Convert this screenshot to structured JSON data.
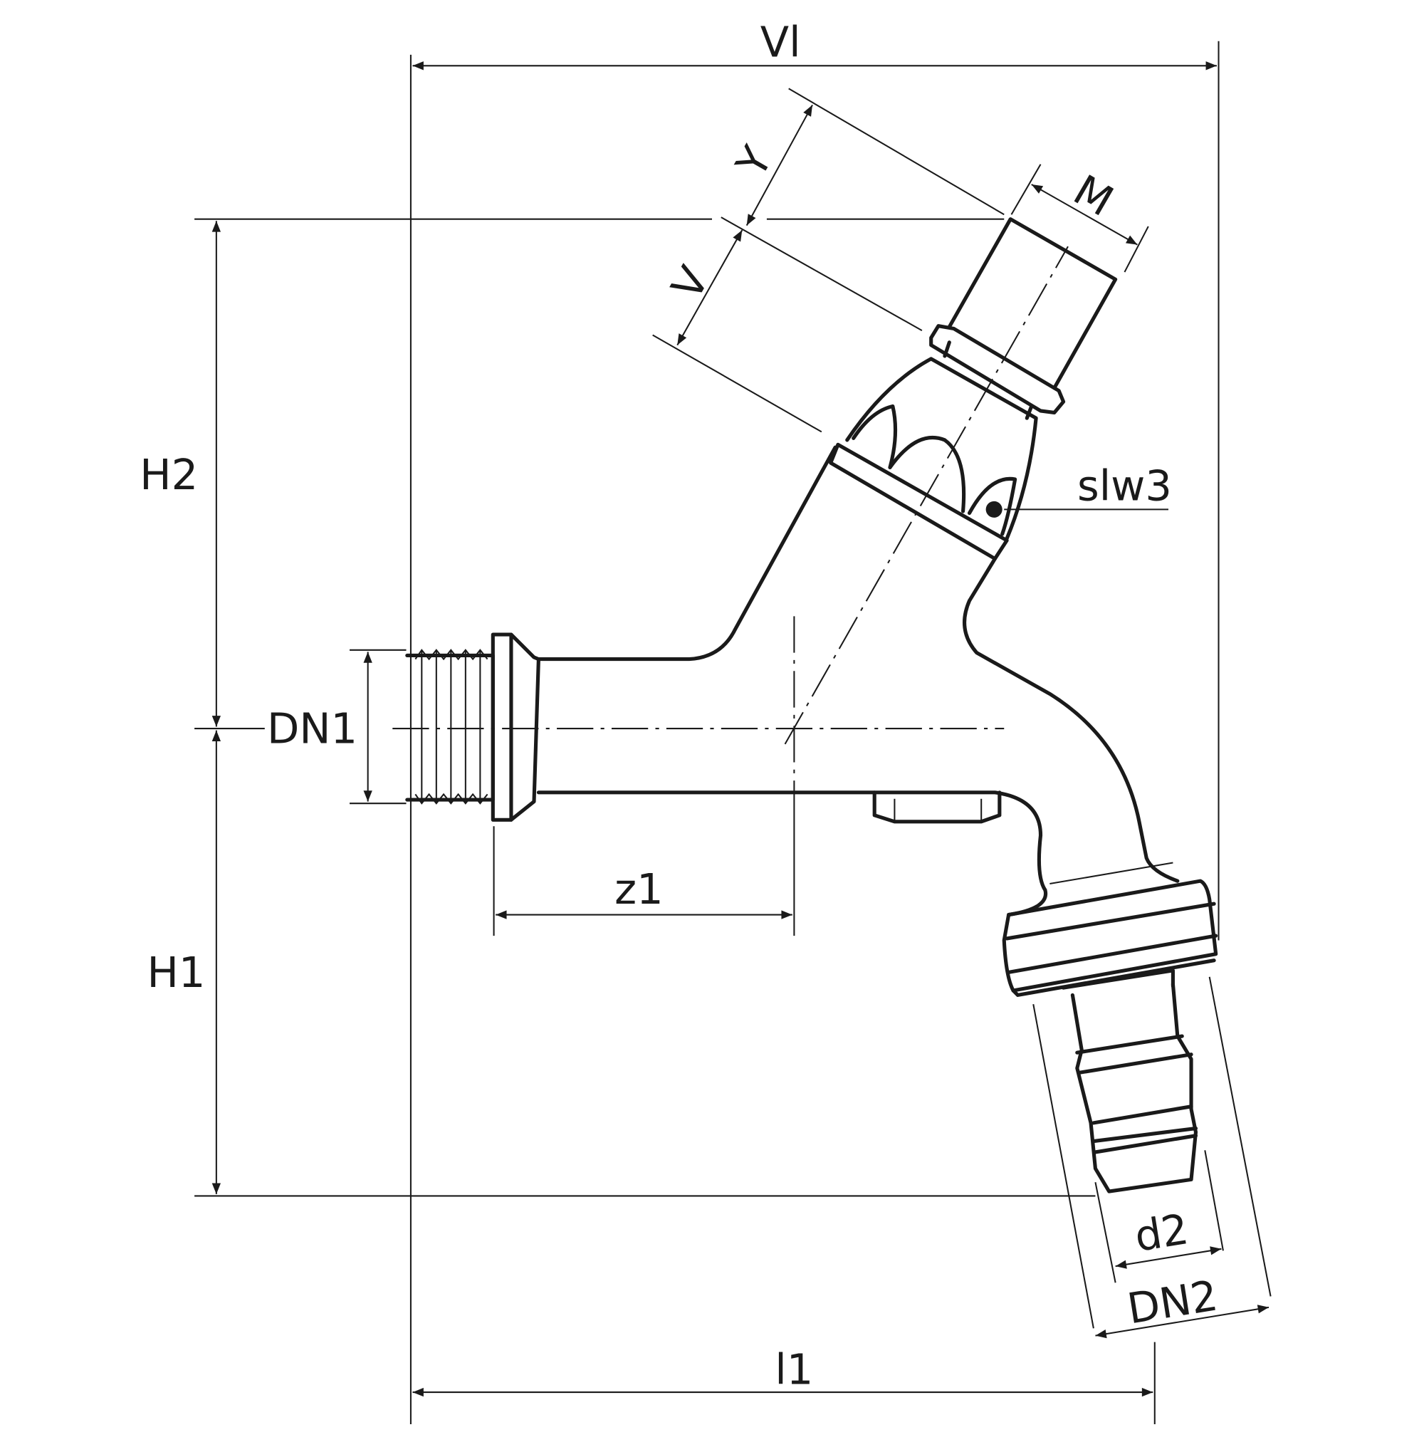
{
  "title": "Tap dimension drawing",
  "labels": {
    "vl": "Vl",
    "y": "Y",
    "m": "M",
    "v": "V",
    "h2": "H2",
    "h1": "H1",
    "dn1": "DN1",
    "slw3": "slw3",
    "z1": "z1",
    "d2": "d2",
    "dn2": "DN2",
    "l1": "l1"
  }
}
